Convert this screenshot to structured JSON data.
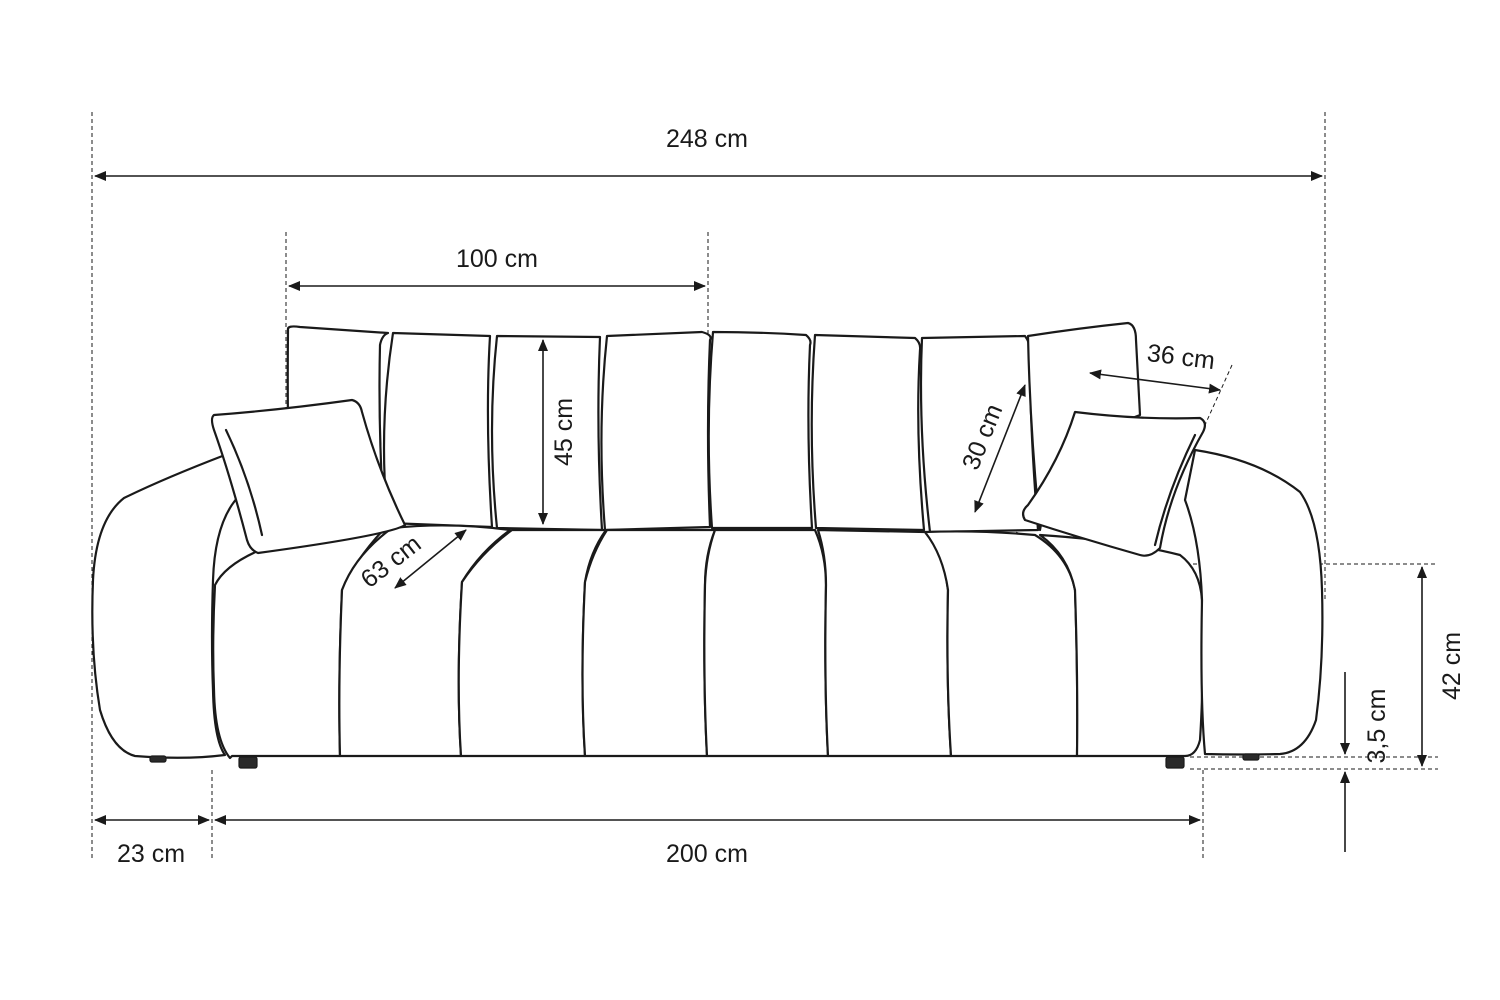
{
  "dimensions": {
    "total_width": "248 cm",
    "cushion_width": "100 cm",
    "backrest_height": "45 cm",
    "seat_depth": "63 cm",
    "armrest_height": "30 cm",
    "armrest_depth": "36 cm",
    "seat_height": "42 cm",
    "leg_height": "3,5 cm",
    "armrest_width": "23 cm",
    "seat_width": "200 cm"
  },
  "colors": {
    "line": "#1a1a1a",
    "background": "#ffffff"
  }
}
